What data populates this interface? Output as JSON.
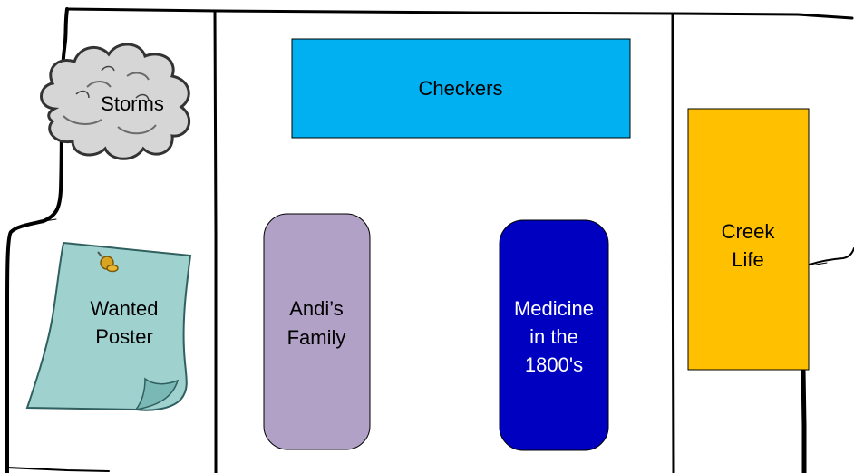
{
  "regions": {
    "storms": {
      "label": "Storms"
    },
    "wanted_poster": {
      "label_line1": "Wanted",
      "label_line2": "Poster"
    },
    "checkers": {
      "label": "Checkers",
      "color": "#00b0f0"
    },
    "andis_family": {
      "label_line1": "Andi’s",
      "label_line2": "Family",
      "color": "#b2a1c7"
    },
    "medicine": {
      "label_line1": "Medicine",
      "label_line2": "in the",
      "label_line3": "1800's",
      "color": "#0000c0"
    },
    "creek_life": {
      "label_line1": "Creek",
      "label_line2": "Life",
      "color": "#ffc000"
    }
  }
}
